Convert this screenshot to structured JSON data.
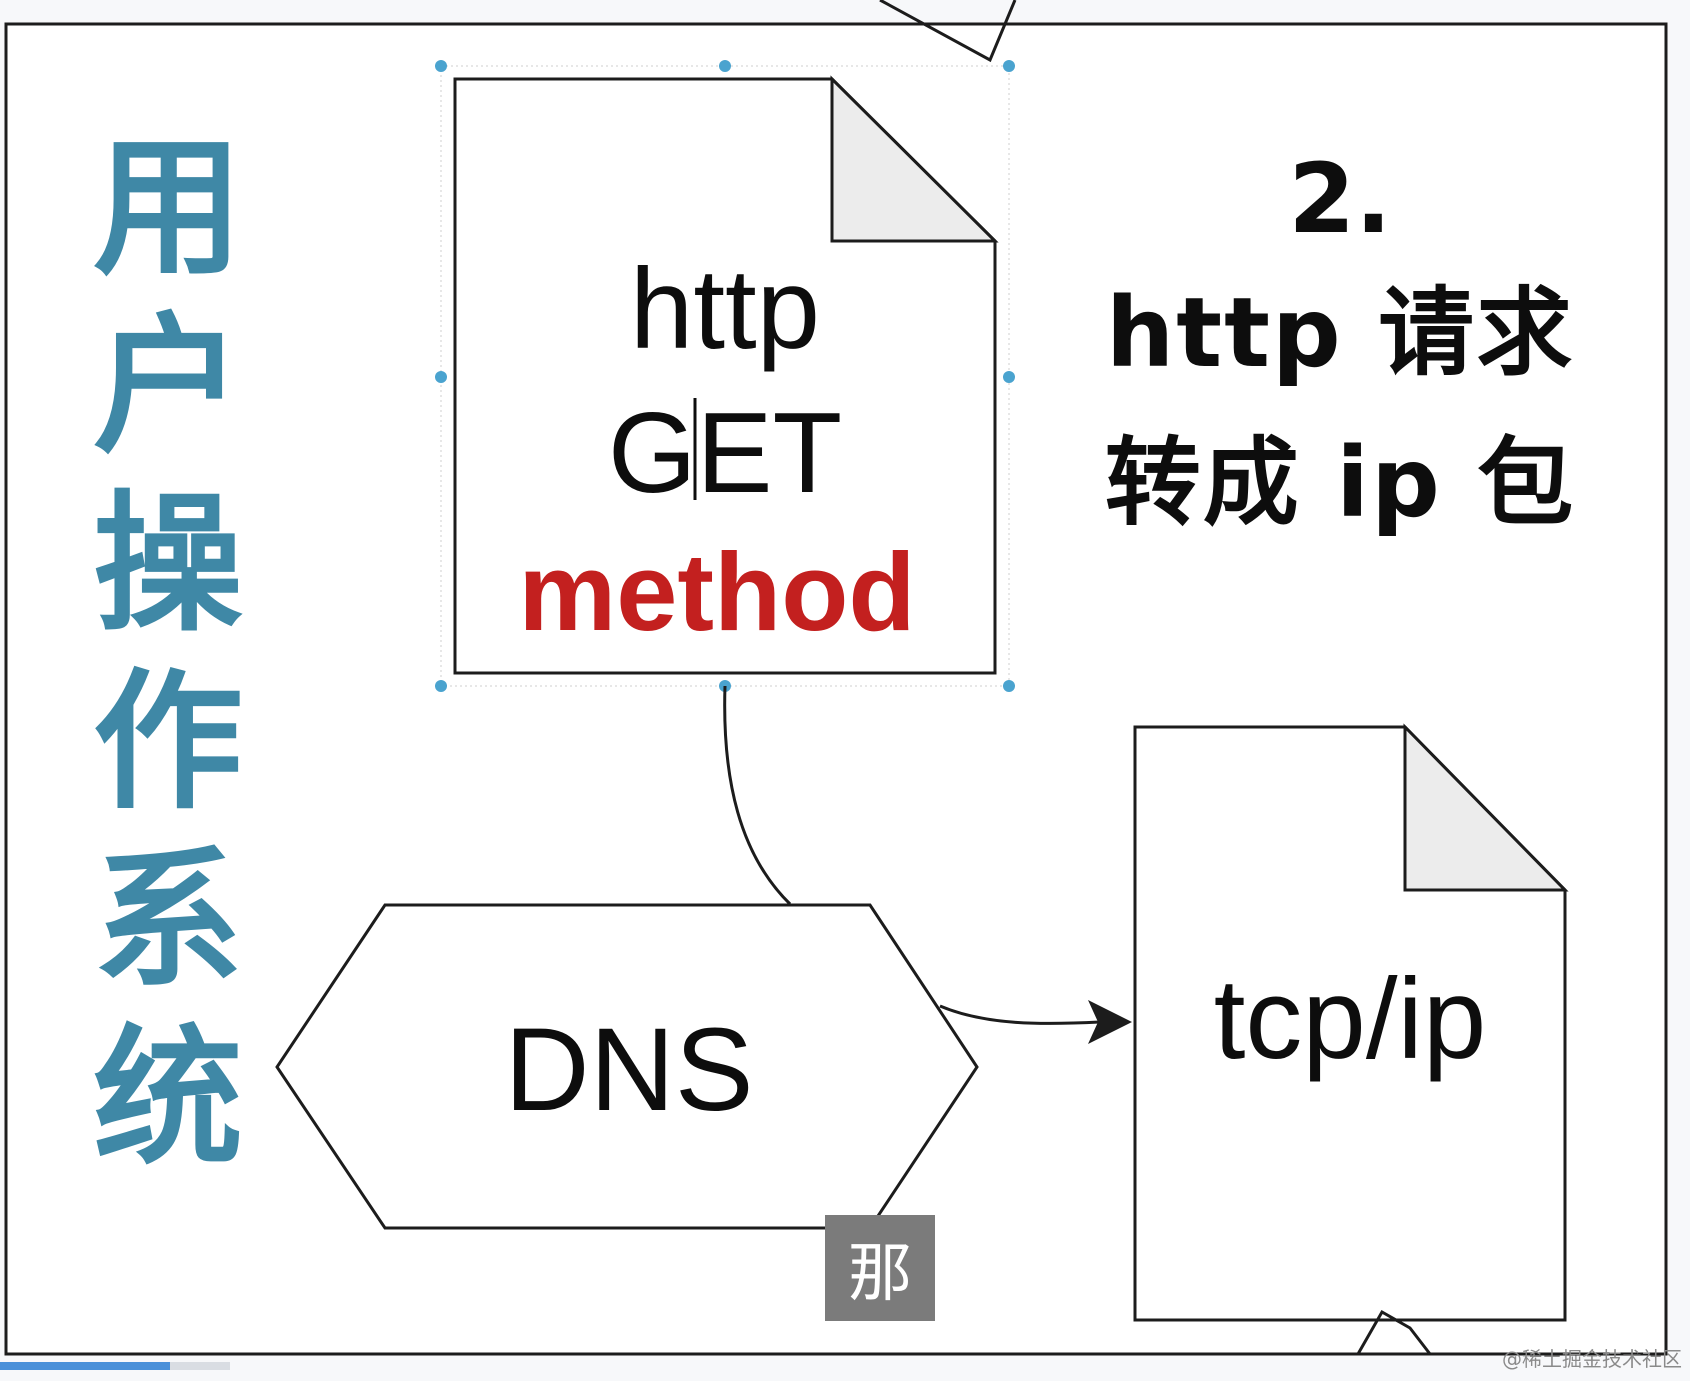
{
  "diagram": {
    "side_title": [
      "用",
      "户",
      "操",
      "作",
      "系",
      "统"
    ],
    "step": {
      "number": "2.",
      "line1": "http 请求",
      "line2": "转成 ip 包"
    },
    "http_doc": {
      "line1": "http",
      "line2": "GET",
      "line3": "method"
    },
    "dns_label": "DNS",
    "tcp_doc_label": "tcp/ip"
  },
  "subtitle": "那",
  "watermark": "@稀土掘金技术社区",
  "playback": {
    "progress_fraction": 0.085
  },
  "colors": {
    "accent_teal": "#3f88a6",
    "method_red": "#c3201f",
    "selection_handle": "#4aa3cf",
    "ink": "#0d0d0d"
  }
}
